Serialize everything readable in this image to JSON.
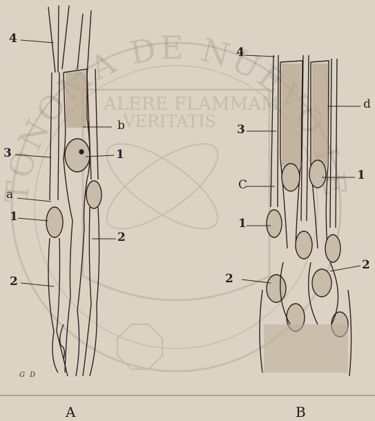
{
  "figure": {
    "panel_a": {
      "caption": "A",
      "labels": {
        "l4": "4",
        "l3": "3",
        "la": "a",
        "l1": "1",
        "l2": "2",
        "lb": "b",
        "l1r": "1",
        "l2r": "2"
      },
      "signature": "G D"
    },
    "panel_b": {
      "caption": "B",
      "labels": {
        "l4": "4",
        "l3": "3",
        "lc": "C",
        "l1": "1",
        "l2": "2",
        "ld": "d",
        "l1r": "1",
        "l2r": "2"
      }
    }
  },
  "watermark": {
    "arc_text": "AUTONOMA DE NUEVO LEON",
    "motto_line1": "ALERE FLAMMAM",
    "motto_line2": "VERITATIS"
  },
  "colors": {
    "paper": "#dcd3c5",
    "ink": "#2a2320",
    "watermark": "#8a8076"
  }
}
